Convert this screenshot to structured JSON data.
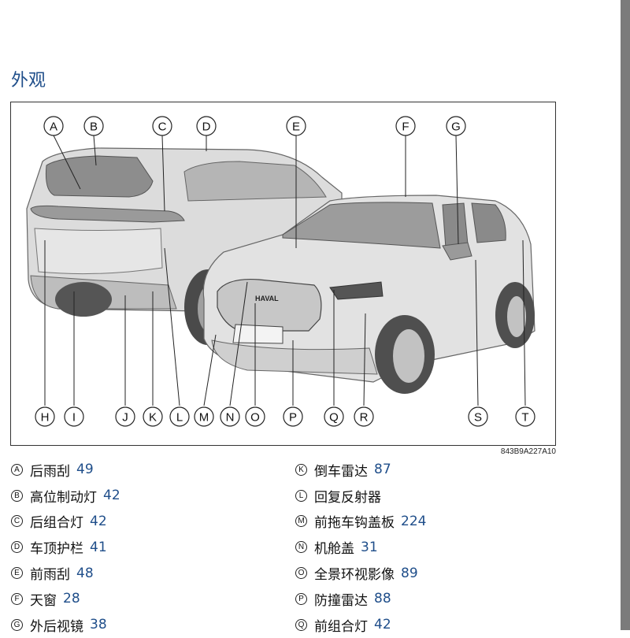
{
  "section_title": "外观",
  "figure_id": "843B9A227A10",
  "callouts": [
    "A",
    "B",
    "C",
    "D",
    "E",
    "F",
    "G",
    "H",
    "I",
    "J",
    "K",
    "L",
    "M",
    "N",
    "O",
    "P",
    "Q",
    "R",
    "S",
    "T"
  ],
  "car_badge": "HAVAL",
  "legend_left": [
    {
      "letter": "A",
      "text": "后雨刮",
      "page": "49"
    },
    {
      "letter": "B",
      "text": "高位制动灯",
      "page": "42"
    },
    {
      "letter": "C",
      "text": "后组合灯",
      "page": "42"
    },
    {
      "letter": "D",
      "text": "车顶护栏",
      "page": "41"
    },
    {
      "letter": "E",
      "text": "前雨刮",
      "page": "48"
    },
    {
      "letter": "F",
      "text": "天窗",
      "page": "28"
    },
    {
      "letter": "G",
      "text": "外后视镜",
      "page": "38"
    }
  ],
  "legend_right": [
    {
      "letter": "K",
      "text": "倒车雷达",
      "page": "87"
    },
    {
      "letter": "L",
      "text": "回复反射器",
      "page": ""
    },
    {
      "letter": "M",
      "text": "前拖车钩盖板",
      "page": "224"
    },
    {
      "letter": "N",
      "text": "机舱盖",
      "page": "31"
    },
    {
      "letter": "O",
      "text": "全景环视影像",
      "page": "89"
    },
    {
      "letter": "P",
      "text": "防撞雷达",
      "page": "88"
    },
    {
      "letter": "Q",
      "text": "前组合灯",
      "page": "42"
    }
  ]
}
